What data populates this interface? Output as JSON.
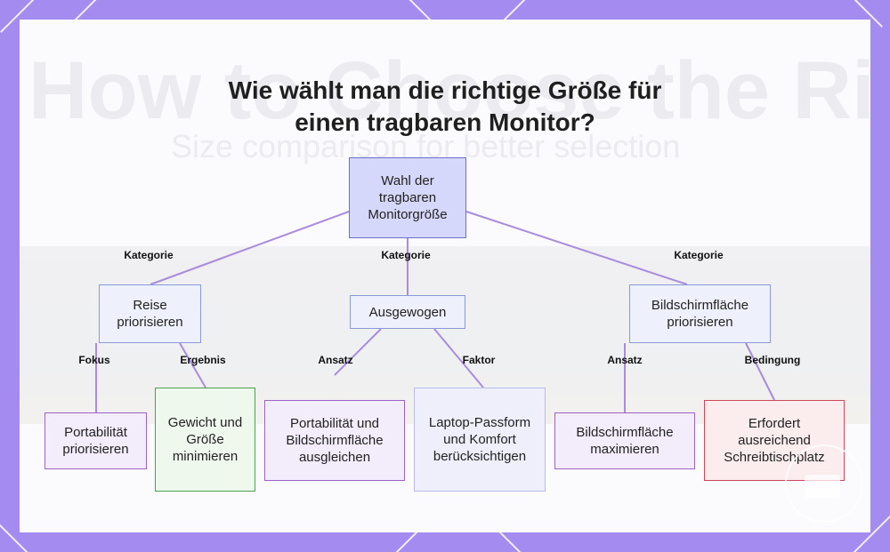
{
  "title": {
    "line1": "Wie wählt man die richtige Größe für",
    "line2": "einen tragbaren Monitor?"
  },
  "background_text": {
    "title": "How to Choose the Right Size",
    "subtitle": "Size comparison for better selection"
  },
  "colors": {
    "frame": "#a48bf0",
    "root_fill": "#d6d8fb",
    "root_border": "#6b6fc9",
    "level1_fill": "#eef0fb",
    "level1_border": "#8a9ad6",
    "purple_fill": "#f3ecfb",
    "purple_border": "#9c62c7",
    "green_fill": "#eef8ec",
    "green_border": "#4aa24a",
    "lavender_fill": "#eeeffb",
    "lavender_border": "#b9bde8",
    "red_fill": "#fbecee",
    "red_border": "#c9495a",
    "edge": "#a98be0"
  },
  "diagram": {
    "root": "Wahl der tragbaren Monitorgröße",
    "nodes": {
      "reise": "Reise priorisieren",
      "ausgewogen": "Ausgewogen",
      "bildschirm": "Bildschirmfläche priorisieren",
      "portabilitaet": "Portabilität priorisieren",
      "gewicht": "Gewicht und Größe minimieren",
      "ausgleichen": "Portabilität und Bildschirmfläche ausgleichen",
      "laptop": "Laptop-Passform und Komfort berücksichtigen",
      "maximieren": "Bildschirmfläche maximieren",
      "erfordert": "Erfordert ausreichend Schreibtischplatz"
    },
    "edge_labels": {
      "kategorie_left": "Kategorie",
      "kategorie_mid": "Kategorie",
      "kategorie_right": "Kategorie",
      "fokus": "Fokus",
      "ergebnis": "Ergebnis",
      "ansatz_mid": "Ansatz",
      "faktor": "Faktor",
      "ansatz_right": "Ansatz",
      "bedingung": "Bedingung"
    }
  }
}
